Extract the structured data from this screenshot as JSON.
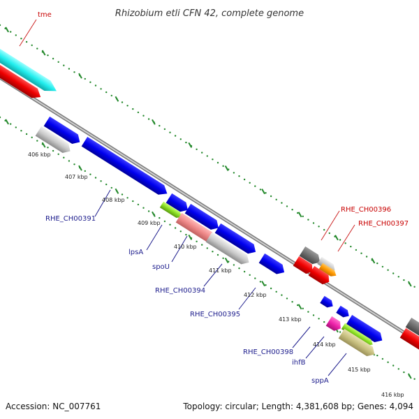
{
  "title": "Rhizobium etli CFN 42, complete genome",
  "footer": {
    "accession": "Accession: NC_007761",
    "topology": "Topology: circular; Length: 4,381,608 bp; Genes: 4,094"
  },
  "ticks": [
    "406 kbp",
    "407 kbp",
    "408 kbp",
    "409 kbp",
    "410 kbp",
    "411 kbp",
    "412 kbp",
    "413 kbp",
    "414 kbp",
    "415 kbp",
    "416 kbp"
  ],
  "genes": {
    "tme": "tme",
    "rhe_ch00391": "RHE_CH00391",
    "lpsa": "lpsA",
    "spou": "spoU",
    "rhe_ch00394": "RHE_CH00394",
    "rhe_ch00395": "RHE_CH00395",
    "rhe_ch00398": "RHE_CH00398",
    "ihfb": "ihfB",
    "sppa": "sppA",
    "rhe_ch00396": "RHE_CH00396",
    "rhe_ch00397": "RHE_CH00397"
  },
  "colors": {
    "blue": "#0000ee",
    "red": "#ee0000",
    "cyan": "#22eeee",
    "gray": "#c8c8c8",
    "darkgray": "#6e6e6e",
    "pink": "#ee8888",
    "green": "#88dd22",
    "khaki": "#c8c080",
    "magenta": "#ee22aa",
    "orange": "#ff9900",
    "tick": "#22882a"
  }
}
